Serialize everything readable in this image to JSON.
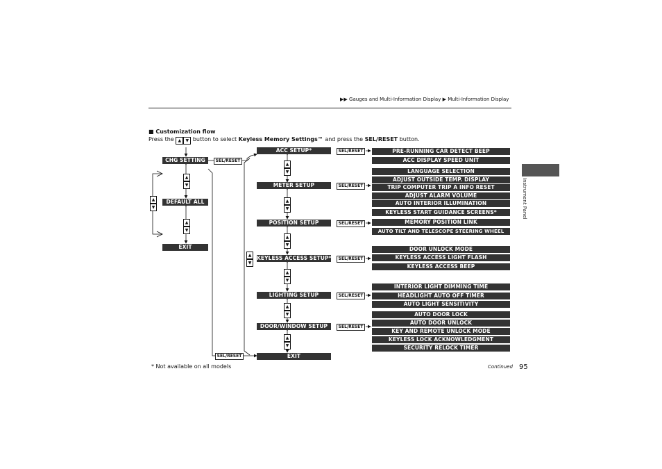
{
  "breadcrumb": {
    "part1": "Gauges and Multi-Information Display",
    "part2": "Multi-Information Display",
    "marker": "▶▶",
    "sep": "▶"
  },
  "side_tab": {
    "label": "Instrument Panel"
  },
  "section": {
    "title": "Customization flow",
    "marker": "■",
    "intro": {
      "press": "Press the",
      "up": "▲",
      "down": "▼",
      "mid": "button to select",
      "item": "Keyless Memory Settings™",
      "and": "and press the",
      "button": "SEL/RESET",
      "end": "button."
    }
  },
  "flow": {
    "main": {
      "chg": "CHG SETTING",
      "default": "DEFAULT ALL",
      "exit": "EXIT"
    },
    "sel_label": "SEL/RESET",
    "up": "▲",
    "down": "▼",
    "setups": [
      "ACC SETUP*",
      "METER SETUP",
      "POSITION SETUP",
      "KEYLESS ACCESS SETUP*",
      "LIGHTING SETUP",
      "DOOR/WINDOW SETUP",
      "EXIT"
    ],
    "items": [
      "PRE-RUNNING CAR DETECT BEEP",
      "ACC DISPLAY SPEED UNIT",
      "LANGUAGE SELECTION",
      "ADJUST OUTSIDE TEMP. DISPLAY",
      "TRIP COMPUTER TRIP A INFO RESET",
      "ADJUST ALARM VOLUME",
      "AUTO INTERIOR ILLUMINATION",
      "KEYLESS START GUIDANCE SCREENS*",
      "MEMORY POSITION LINK",
      "AUTO TILT AND TELESCOPE STEERING WHEEL",
      "DOOR UNLOCK MODE",
      "KEYLESS ACCESS LIGHT FLASH",
      "KEYLESS ACCESS BEEP",
      "INTERIOR LIGHT DIMMING TIME",
      "HEADLIGHT AUTO OFF TIMER",
      "AUTO LIGHT SENSITIVITY",
      "AUTO DOOR LOCK",
      "AUTO DOOR UNLOCK",
      "KEY AND REMOTE UNLOCK MODE",
      "KEYLESS LOCK ACKNOWLEDGMENT",
      "SECURITY RELOCK TIMER"
    ]
  },
  "footer": {
    "note": "* Not available on all models",
    "continued": "Continued",
    "page": "95"
  }
}
